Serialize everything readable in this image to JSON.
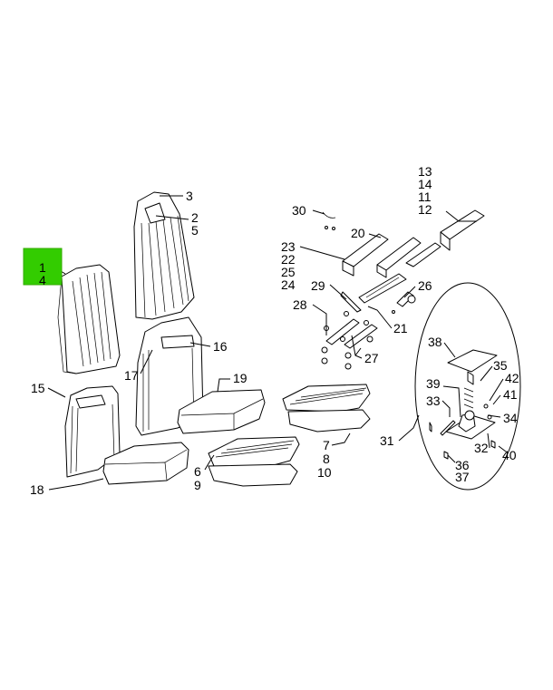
{
  "diagram": {
    "highlight_color": "#33cc00",
    "highlighted_callouts": [
      "1",
      "4"
    ],
    "callouts": {
      "c1": "1",
      "c4": "4",
      "c3": "3",
      "c2": "2",
      "c5": "5",
      "c13": "13",
      "c14": "14",
      "c11": "11",
      "c12": "12",
      "c30": "30",
      "c20": "20",
      "c23": "23",
      "c22": "22",
      "c25": "25",
      "c24": "24",
      "c29": "29",
      "c26": "26",
      "c28": "28",
      "c21": "21",
      "c16": "16",
      "c17": "17",
      "c27": "27",
      "c38": "38",
      "c19": "19",
      "c15": "15",
      "c35": "35",
      "c39": "39",
      "c42": "42",
      "c41": "41",
      "c33": "33",
      "c34": "34",
      "c7": "7",
      "c8": "8",
      "c10": "10",
      "c31": "31",
      "c32": "32",
      "c40": "40",
      "c36": "36",
      "c37": "37",
      "c6": "6",
      "c9": "9",
      "c18": "18"
    }
  }
}
